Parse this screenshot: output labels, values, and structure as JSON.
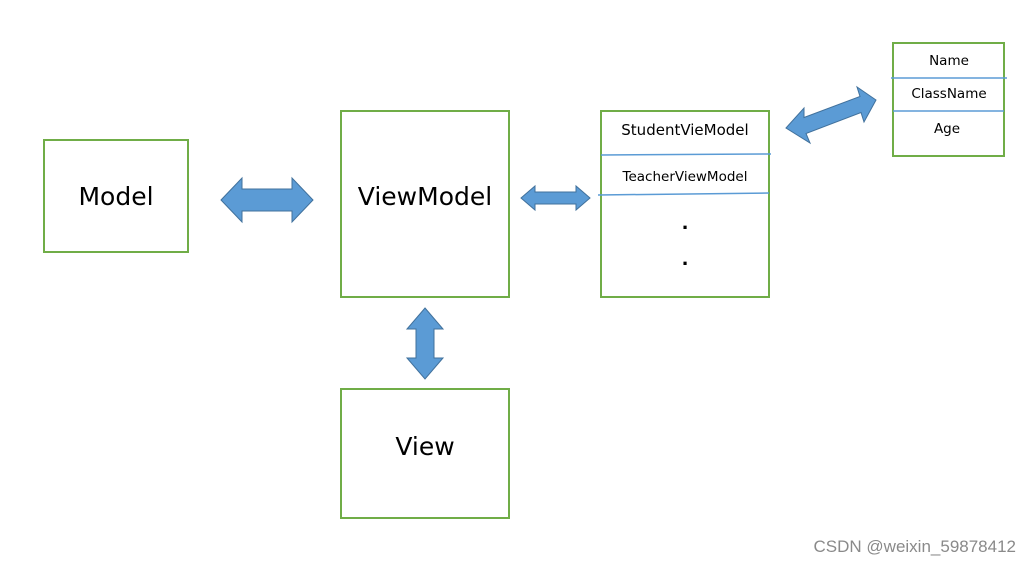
{
  "nodes": {
    "model": "Model",
    "viewmodel": "ViewModel",
    "view": "View",
    "vm_list": {
      "item1": "StudentVieModel",
      "item2": "TeacherViewModel",
      "dot1": ".",
      "dot2": "."
    },
    "props": {
      "name": "Name",
      "classname": "ClassName",
      "age": "Age"
    }
  },
  "watermark": "CSDN @weixin_59878412",
  "colors": {
    "box_border": "#70ad47",
    "arrow_fill": "#5b9bd5",
    "divider": "#5b9bd5"
  }
}
